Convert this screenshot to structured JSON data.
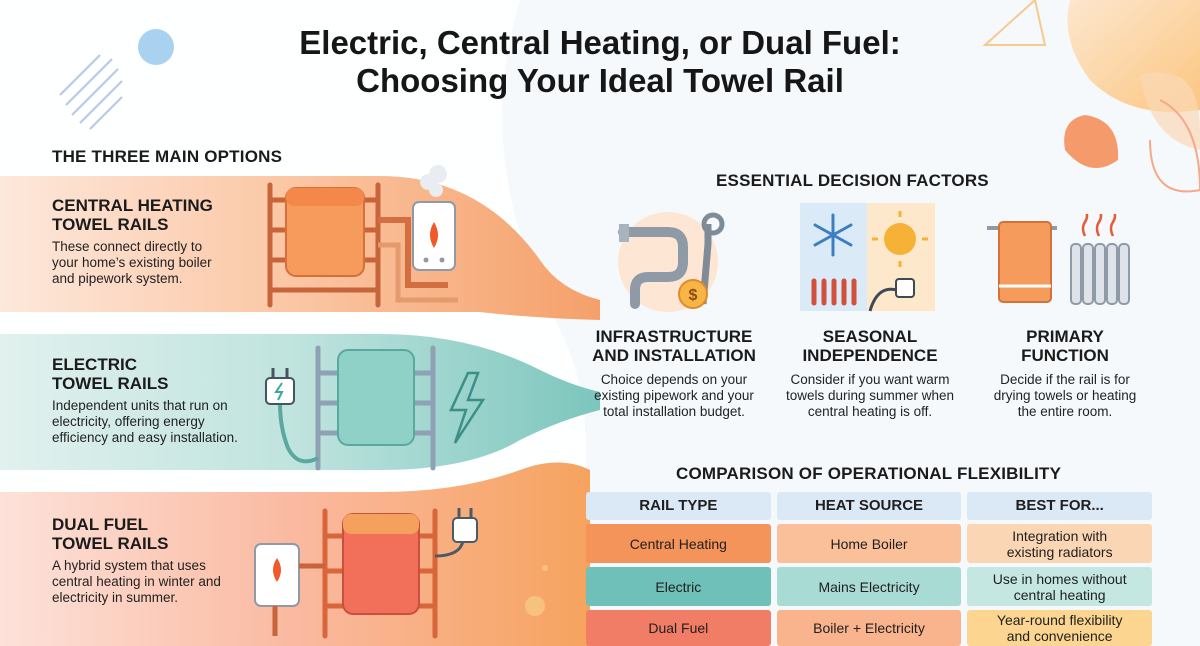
{
  "title": {
    "line1": "Electric, Central Heating, or Dual Fuel:",
    "line2": "Choosing Your Ideal Towel Rail"
  },
  "options": {
    "heading": "THE THREE MAIN OPTIONS",
    "items": [
      {
        "title_line1": "CENTRAL HEATING",
        "title_line2": "TOWEL RAILS",
        "desc_line1": "These connect directly to",
        "desc_line2": "your home’s existing boiler",
        "desc_line3": "and pipework system.",
        "color": "#f4935a"
      },
      {
        "title_line1": "ELECTRIC",
        "title_line2": "TOWEL RAILS",
        "desc_line1": "Independent units that run on",
        "desc_line2": "electricity, offering energy",
        "desc_line3": "efficiency and easy installation.",
        "color": "#5fb8b0"
      },
      {
        "title_line1": "DUAL FUEL",
        "title_line2": "TOWEL RAILS",
        "desc_line1": "A hybrid system that uses",
        "desc_line2": "central heating in winter and",
        "desc_line3": "electricity in summer.",
        "color": "#f07a66"
      }
    ]
  },
  "factors": {
    "heading": "ESSENTIAL DECISION FACTORS",
    "items": [
      {
        "title_line1": "INFRASTRUCTURE",
        "title_line2": "AND INSTALLATION",
        "desc_line1": "Choice depends on your",
        "desc_line2": "existing pipework and your",
        "desc_line3": "total installation budget.",
        "icon": "pipe-wrench-coin-icon"
      },
      {
        "title_line1": "SEASONAL",
        "title_line2": "INDEPENDENCE",
        "desc_line1": "Consider if you want warm",
        "desc_line2": "towels during summer when",
        "desc_line3": "central heating is off.",
        "icon": "snowflake-sun-plug-icon"
      },
      {
        "title_line1": "PRIMARY",
        "title_line2": "FUNCTION",
        "desc_line1": "Decide if the rail is for",
        "desc_line2": "drying towels or heating",
        "desc_line3": "the entire room.",
        "icon": "towel-radiator-icon"
      }
    ]
  },
  "comparison": {
    "heading": "COMPARISON OF OPERATIONAL FLEXIBILITY",
    "headers": [
      "RAIL TYPE",
      "HEAT SOURCE",
      "BEST FOR..."
    ],
    "rows": [
      {
        "type": "Central Heating",
        "source": "Home Boiler",
        "best_line1": "Integration with",
        "best_line2": "existing radiators",
        "colors": [
          "#f4935a",
          "#f9c09a",
          "#fbd6b4"
        ]
      },
      {
        "type": "Electric",
        "source": "Mains Electricity",
        "best_line1": "Use in homes without",
        "best_line2": "central heating",
        "colors": [
          "#6fc0b8",
          "#a9dbd5",
          "#c4e7e2"
        ]
      },
      {
        "type": "Dual Fuel",
        "source": "Boiler + Electricity",
        "best_line1": "Year-round flexibility",
        "best_line2": "and convenience",
        "colors": [
          "#f27d67",
          "#f9b48d",
          "#fcd590"
        ]
      }
    ]
  },
  "palette": {
    "orange": "#f4935a",
    "teal": "#5fb8b0",
    "coral": "#f07a66",
    "blue_header": "#dbe9f7"
  }
}
